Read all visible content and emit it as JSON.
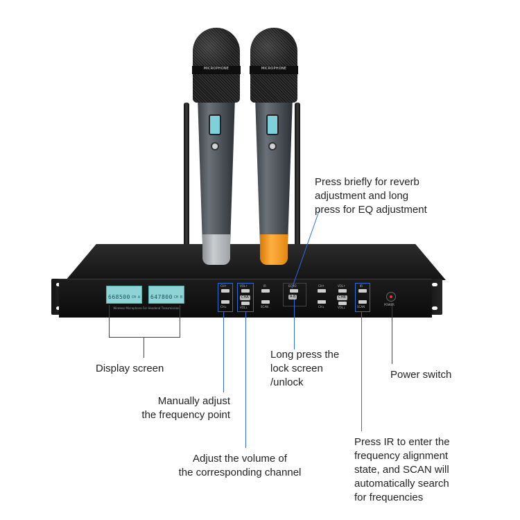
{
  "product": {
    "mic_band_text": "MICROPHONE",
    "panel_caption": "Wireless Microphone For Headend Transmission",
    "display": {
      "ch_a_freq": "668500",
      "ch_a_ch": "CH A",
      "ch_b_freq": "647800",
      "ch_b_ch": "CH B"
    },
    "buttons": {
      "ch_a_up": "CH↑",
      "ch_a_down": "CH↓",
      "vol_a_up": "VOL↑",
      "vol_a_down": "VOL↓",
      "cha_chip": "CHA",
      "ir_a": "IR",
      "scan_a": "SCAN",
      "echo": "ECHO",
      "lock": "A·B",
      "ch_b_up": "CH↑",
      "ch_b_down": "CH↓",
      "vol_b_up": "VOL↑",
      "vol_b_down": "VOL↓",
      "chb_chip": "CHB",
      "ir_b": "IR",
      "scan_b": "SCAN",
      "power": "POWER"
    },
    "colors": {
      "left_mic_cap": "#b5b9bc",
      "right_mic_cap": "#f39a1e",
      "leader_line": "#2b6fd6",
      "lcd": "#8ed3d6"
    }
  },
  "annotations": {
    "reverb": [
      "Press briefly for reverb",
      "adjustment and long",
      "press for EQ adjustment"
    ],
    "display_screen": [
      "Display screen"
    ],
    "lock": [
      "Long press the",
      "lock screen",
      "/unlock"
    ],
    "power": [
      "Power switch"
    ],
    "frequency": [
      "Manually adjust",
      "the frequency point"
    ],
    "volume": [
      "Adjust the volume of",
      "the corresponding channel"
    ],
    "ir_scan": [
      "Press IR to enter the",
      "frequency alignment",
      "state, and SCAN will",
      "automatically search",
      "for frequencies"
    ]
  }
}
